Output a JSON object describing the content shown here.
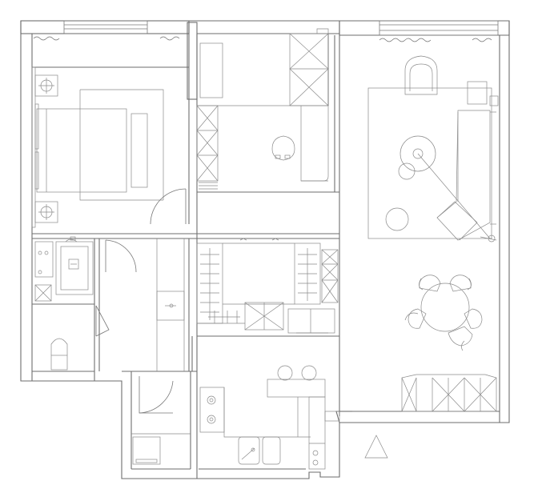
{
  "title": "",
  "colors": {
    "line": "#6e6e6e",
    "background": "#ffffff"
  },
  "rooms": [
    {
      "name": "master-bedroom",
      "furniture": [
        "double-bed",
        "nightstand",
        "nightstand",
        "bench",
        "wardrobe"
      ]
    },
    {
      "name": "second-bedroom",
      "furniture": [
        "desk",
        "chair",
        "storage-cabinets",
        "wardrobe"
      ]
    },
    {
      "name": "living-room",
      "furniture": [
        "armchair",
        "sofa",
        "coffee-table",
        "rug",
        "floor-lamp",
        "side-table",
        "storage-cabinet"
      ]
    },
    {
      "name": "dining-area",
      "furniture": [
        "round-table",
        "dining-chairs"
      ]
    },
    {
      "name": "bathroom-1",
      "furniture": [
        "bathtub",
        "toilet",
        "basin"
      ]
    },
    {
      "name": "corridor-storage",
      "furniture": [
        "shelving",
        "cabinets"
      ]
    },
    {
      "name": "bathroom-2",
      "furniture": [
        "vanity",
        "washing-machine"
      ]
    },
    {
      "name": "kitchen",
      "furniture": [
        "hob",
        "sink",
        "counter",
        "bar-stools",
        "fridge"
      ]
    },
    {
      "name": "balcony",
      "furniture": [
        "laundry"
      ]
    }
  ],
  "icons": [
    "north-arrow-icon",
    "plant-icon",
    "stove-icon"
  ]
}
